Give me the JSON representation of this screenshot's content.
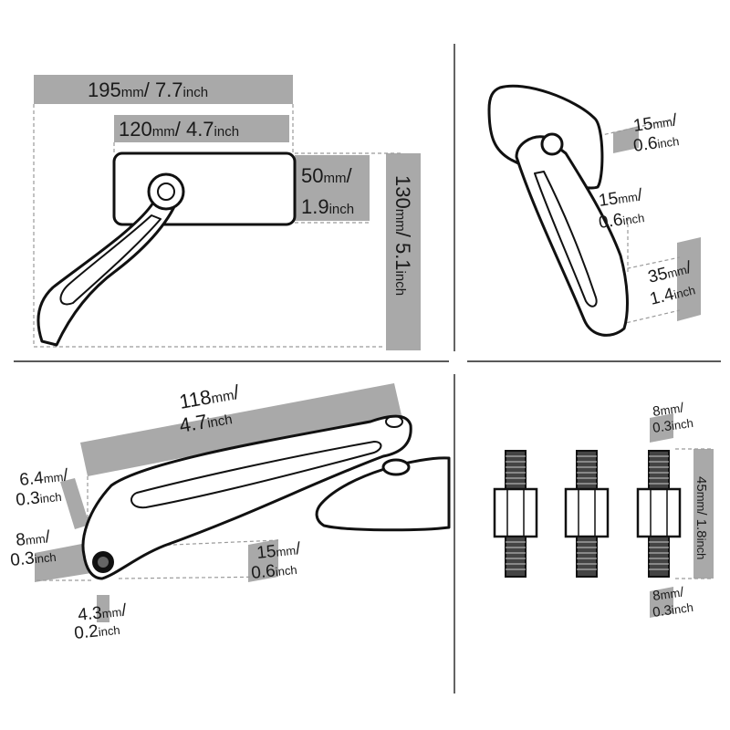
{
  "panel_top_left": {
    "total_width": {
      "mm": "195",
      "mm_unit": "mm",
      "inch": "7.7",
      "inch_unit": "inch"
    },
    "head_width": {
      "mm": "120",
      "mm_unit": "mm",
      "inch": "4.7",
      "inch_unit": "inch"
    },
    "head_height": {
      "mm": "50",
      "mm_unit": "mm",
      "inch": "1.9",
      "inch_unit": "inch"
    },
    "total_height": {
      "mm": "130",
      "mm_unit": "mm",
      "inch": "5.1",
      "inch_unit": "inch"
    }
  },
  "panel_top_right": {
    "pivot": {
      "mm": "15",
      "mm_unit": "mm",
      "inch": "0.6",
      "inch_unit": "inch"
    },
    "arm_width": {
      "mm": "15",
      "mm_unit": "mm",
      "inch": "0.6",
      "inch_unit": "inch"
    },
    "base": {
      "mm": "35",
      "mm_unit": "mm",
      "inch": "1.4",
      "inch_unit": "inch"
    }
  },
  "panel_bottom_left": {
    "arm_length": {
      "mm": "118",
      "mm_unit": "mm",
      "inch": "4.7",
      "inch_unit": "inch"
    },
    "edge": {
      "mm": "6.4",
      "mm_unit": "mm",
      "inch": "0.3",
      "inch_unit": "inch"
    },
    "hole_dia": {
      "mm": "8",
      "mm_unit": "mm",
      "inch": "0.3",
      "inch_unit": "inch"
    },
    "arm_height": {
      "mm": "15",
      "mm_unit": "mm",
      "inch": "0.6",
      "inch_unit": "inch"
    },
    "wall": {
      "mm": "4.3",
      "mm_unit": "mm",
      "inch": "0.2",
      "inch_unit": "inch"
    }
  },
  "panel_bottom_right": {
    "top_thread": {
      "mm": "8",
      "mm_unit": "mm",
      "inch": "0.3",
      "inch_unit": "inch"
    },
    "total_length": {
      "mm": "45",
      "mm_unit": "mm",
      "inch": "1.8",
      "inch_unit": "inch"
    },
    "bottom_thread": {
      "mm": "8",
      "mm_unit": "mm",
      "inch": "0.3",
      "inch_unit": "inch"
    }
  }
}
